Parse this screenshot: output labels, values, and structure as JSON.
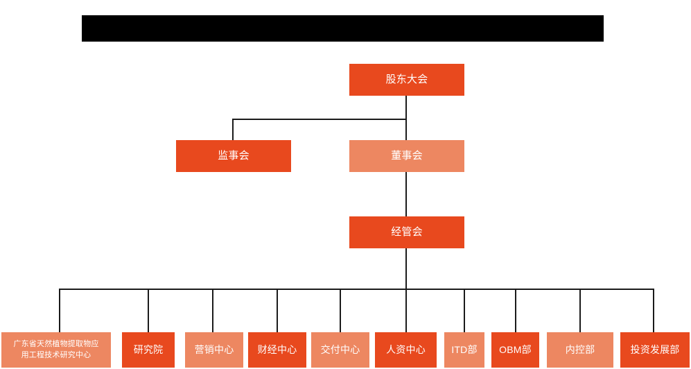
{
  "header": {
    "redaction_label": "redacted-title-bar"
  },
  "colors": {
    "accent_dark": "#E8491E",
    "accent_light": "#ED8761",
    "line": "#1a1a1a",
    "text": "#FFFFFF",
    "background": "#FFFFFF",
    "redaction": "#000000"
  },
  "chart_data": {
    "type": "diagram",
    "diagram_kind": "organizational-chart",
    "title": "",
    "levels": [
      {
        "level": 1,
        "nodes": [
          {
            "id": "shareholders",
            "label": "股东大会",
            "shade": "dark"
          }
        ]
      },
      {
        "level": 2,
        "nodes": [
          {
            "id": "supervisors",
            "label": "监事会",
            "shade": "dark"
          },
          {
            "id": "board",
            "label": "董事会",
            "shade": "light"
          }
        ]
      },
      {
        "level": 3,
        "nodes": [
          {
            "id": "mgmt",
            "label": "经管会",
            "shade": "dark"
          }
        ]
      },
      {
        "level": 4,
        "nodes": [
          {
            "id": "rnd-center",
            "label": "广东省天然植物提取物应\n用工程技术研究中心",
            "shade": "light"
          },
          {
            "id": "institute",
            "label": "研究院",
            "shade": "dark"
          },
          {
            "id": "marketing",
            "label": "营销中心",
            "shade": "light"
          },
          {
            "id": "finance",
            "label": "财经中心",
            "shade": "dark"
          },
          {
            "id": "delivery",
            "label": "交付中心",
            "shade": "light"
          },
          {
            "id": "hr",
            "label": "人资中心",
            "shade": "dark"
          },
          {
            "id": "itd",
            "label": "ITD部",
            "shade": "light"
          },
          {
            "id": "obm",
            "label": "OBM部",
            "shade": "dark"
          },
          {
            "id": "internal-control",
            "label": "内控部",
            "shade": "light"
          },
          {
            "id": "investment",
            "label": "投资发展部",
            "shade": "dark"
          }
        ]
      }
    ],
    "edges": [
      {
        "from": "shareholders",
        "to": "supervisors"
      },
      {
        "from": "shareholders",
        "to": "board"
      },
      {
        "from": "board",
        "to": "mgmt"
      },
      {
        "from": "mgmt",
        "to": "rnd-center"
      },
      {
        "from": "mgmt",
        "to": "institute"
      },
      {
        "from": "mgmt",
        "to": "marketing"
      },
      {
        "from": "mgmt",
        "to": "finance"
      },
      {
        "from": "mgmt",
        "to": "delivery"
      },
      {
        "from": "mgmt",
        "to": "hr"
      },
      {
        "from": "mgmt",
        "to": "itd"
      },
      {
        "from": "mgmt",
        "to": "obm"
      },
      {
        "from": "mgmt",
        "to": "internal-control"
      },
      {
        "from": "mgmt",
        "to": "investment"
      }
    ]
  }
}
